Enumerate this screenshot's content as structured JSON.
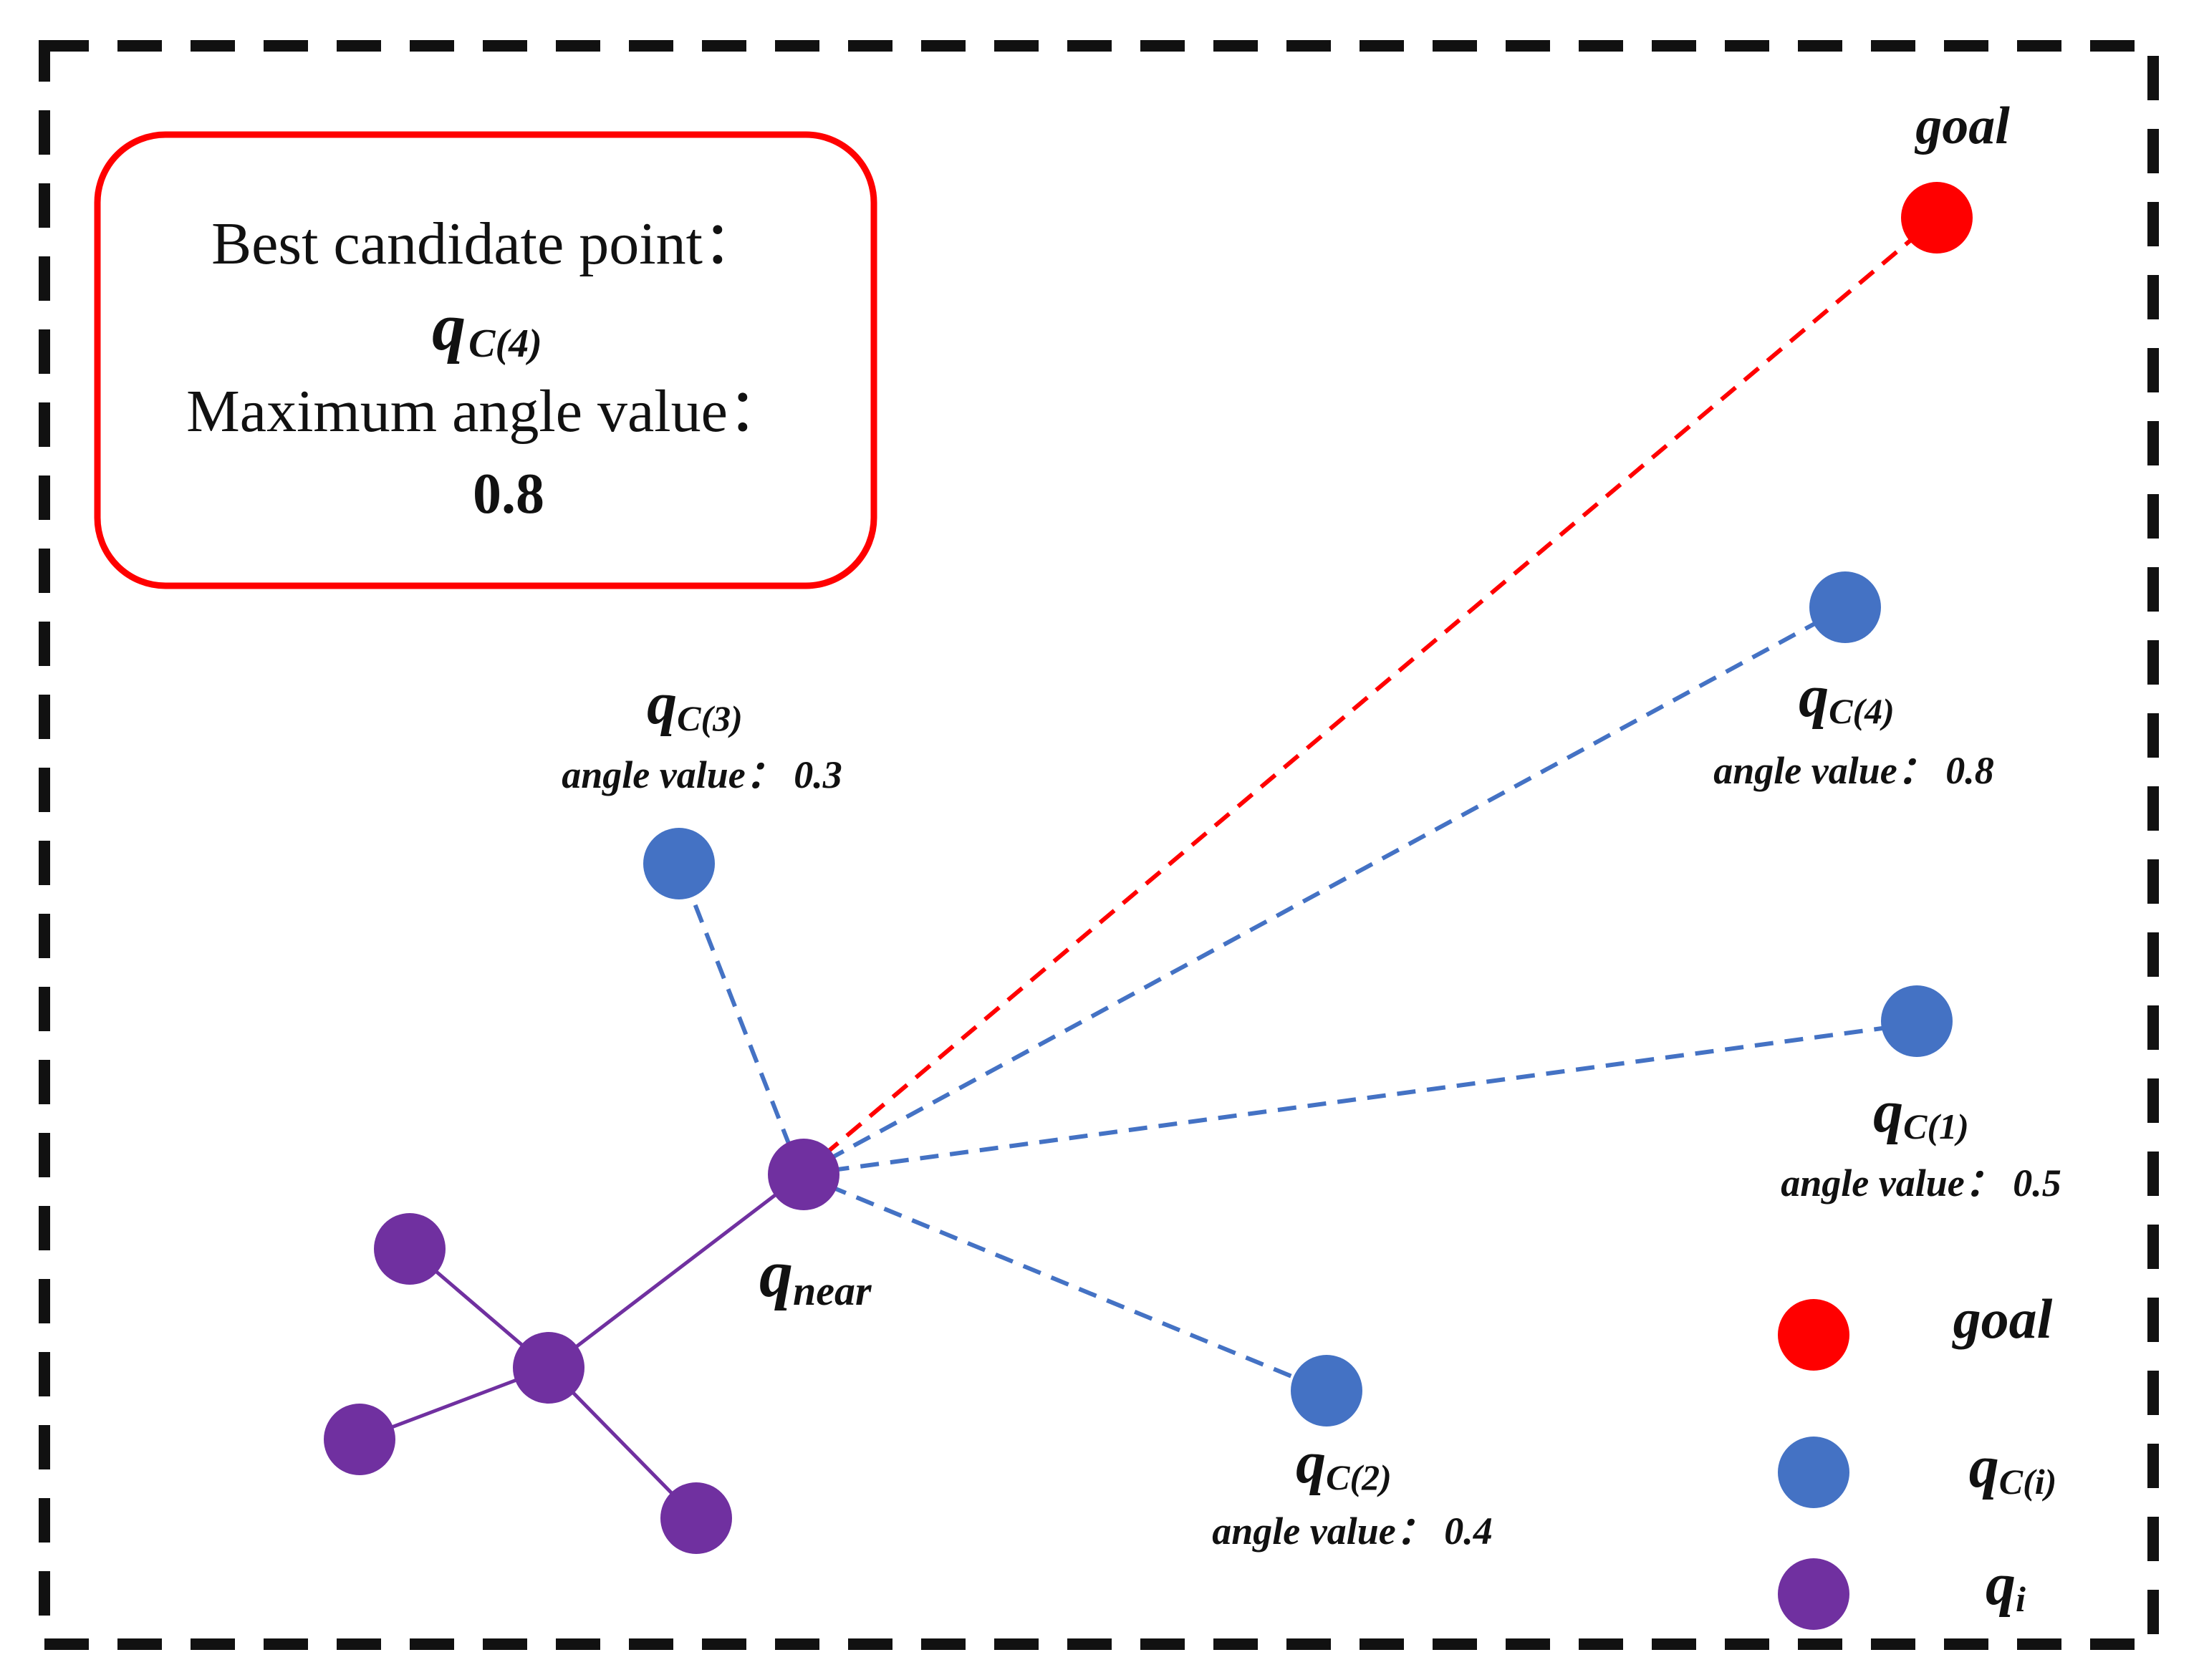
{
  "info_box": {
    "line1": "Best candidate point：",
    "best_main": "q",
    "best_sub": "C(4)",
    "line3": "Maximum angle value：",
    "max_value": "0.8"
  },
  "goal_label": "goal",
  "near_label": {
    "main": "q",
    "sub": "near"
  },
  "candidates": [
    {
      "id": "c1",
      "main": "q",
      "sub": "C(1)",
      "angle_text": "angle  value： 0.5",
      "angle_value": 0.5
    },
    {
      "id": "c2",
      "main": "q",
      "sub": "C(2)",
      "angle_text": "angle  value： 0.4",
      "angle_value": 0.4
    },
    {
      "id": "c3",
      "main": "q",
      "sub": "C(3)",
      "angle_text": "angle value： 0.3",
      "angle_value": 0.3
    },
    {
      "id": "c4",
      "main": "q",
      "sub": "C(4)",
      "angle_text": "angle  value： 0.8",
      "angle_value": 0.8
    }
  ],
  "legend": {
    "goal": "goal",
    "candidate": {
      "main": "q",
      "sub": "C(i)"
    },
    "tree": {
      "main": "q",
      "sub": "i"
    }
  },
  "colors": {
    "goal": "#ff0000",
    "candidate": "#4472c4",
    "tree": "#7030a0",
    "best_line": "#ff0000",
    "candidate_line": "#4472c4",
    "box_border": "#ff0000",
    "frame": "#111111"
  }
}
